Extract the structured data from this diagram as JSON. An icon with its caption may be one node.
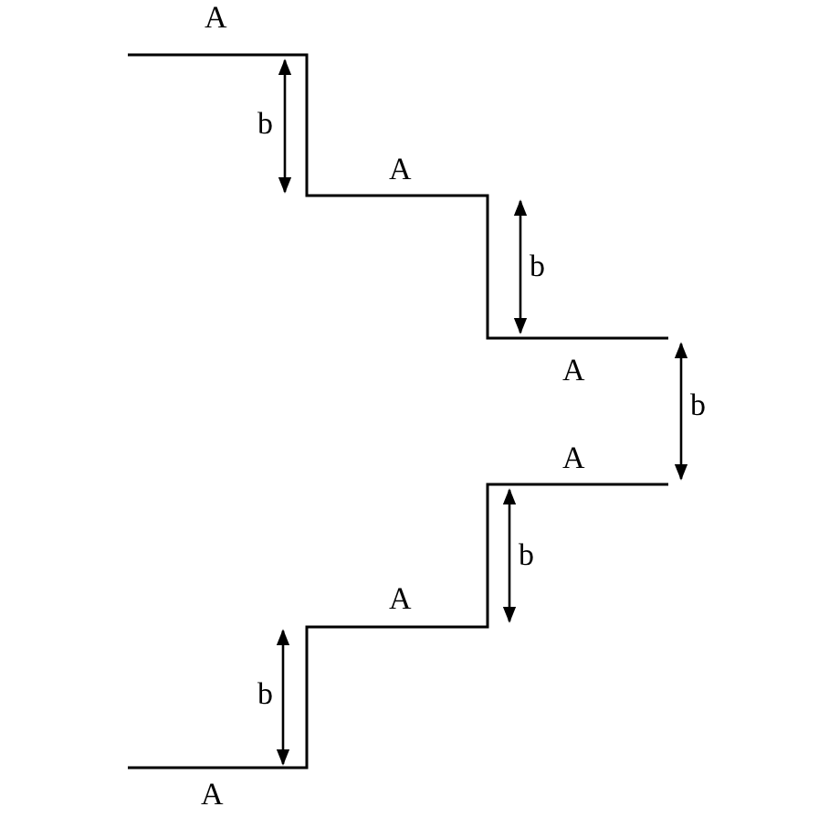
{
  "diagram": {
    "labels": [
      "A",
      "b",
      "A",
      "b",
      "A",
      "b",
      "A",
      "b",
      "A",
      "b",
      "A"
    ]
  }
}
